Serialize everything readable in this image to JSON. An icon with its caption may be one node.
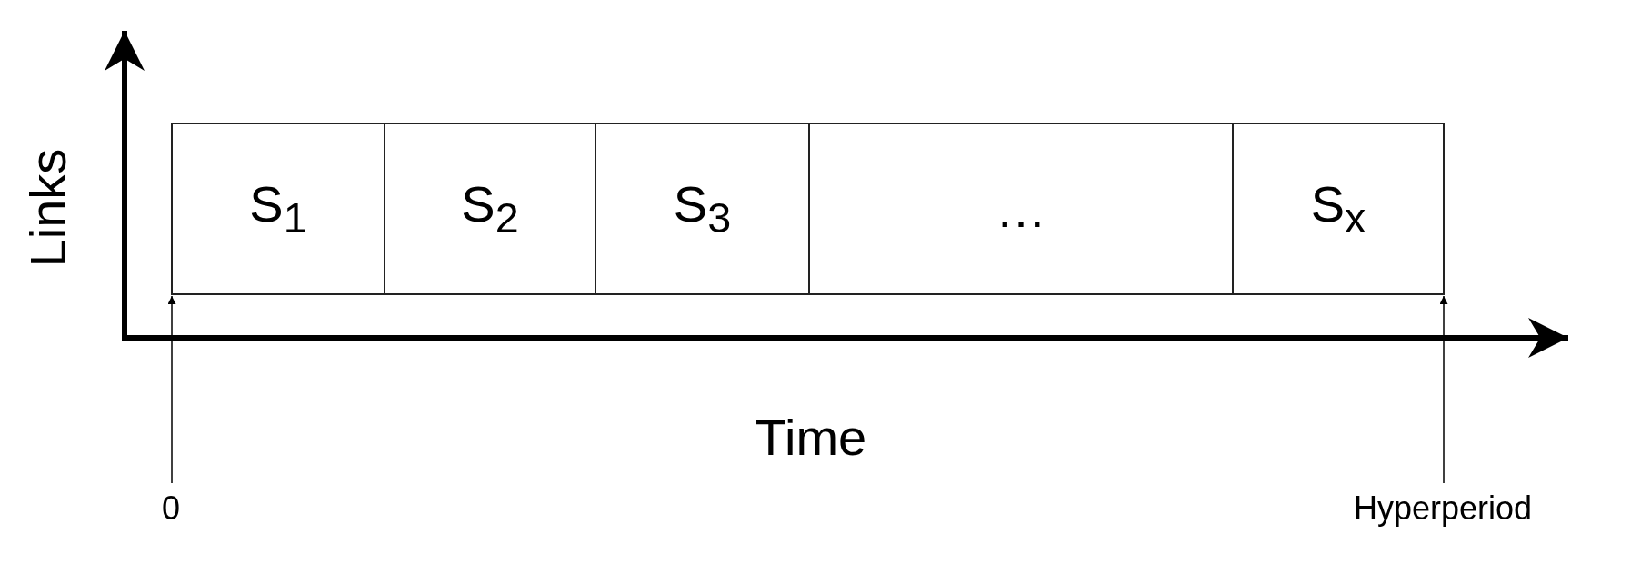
{
  "diagram": {
    "nodes": [
      {
        "text": [
          "S$_{1}$"
        ]
      },
      {
        "text": [
          "S$_{2}$"
        ]
      },
      {
        "text": [
          "S$_{3}$"
        ]
      },
      {
        "text": [
          "…"
        ]
      },
      {
        "text": [
          "S$_{x}$"
        ]
      },
      {
        "text": [
          "0"
        ]
      },
      {
        "text": [
          "Hyperperiod"
        ]
      }
    ],
    "edges": [
      {
        "from": 5,
        "to": 0,
        "arrow": "to"
      },
      {
        "from": 6,
        "to": 4,
        "arrow": "to"
      }
    ],
    "labels": [
      "Links",
      "Time"
    ]
  }
}
